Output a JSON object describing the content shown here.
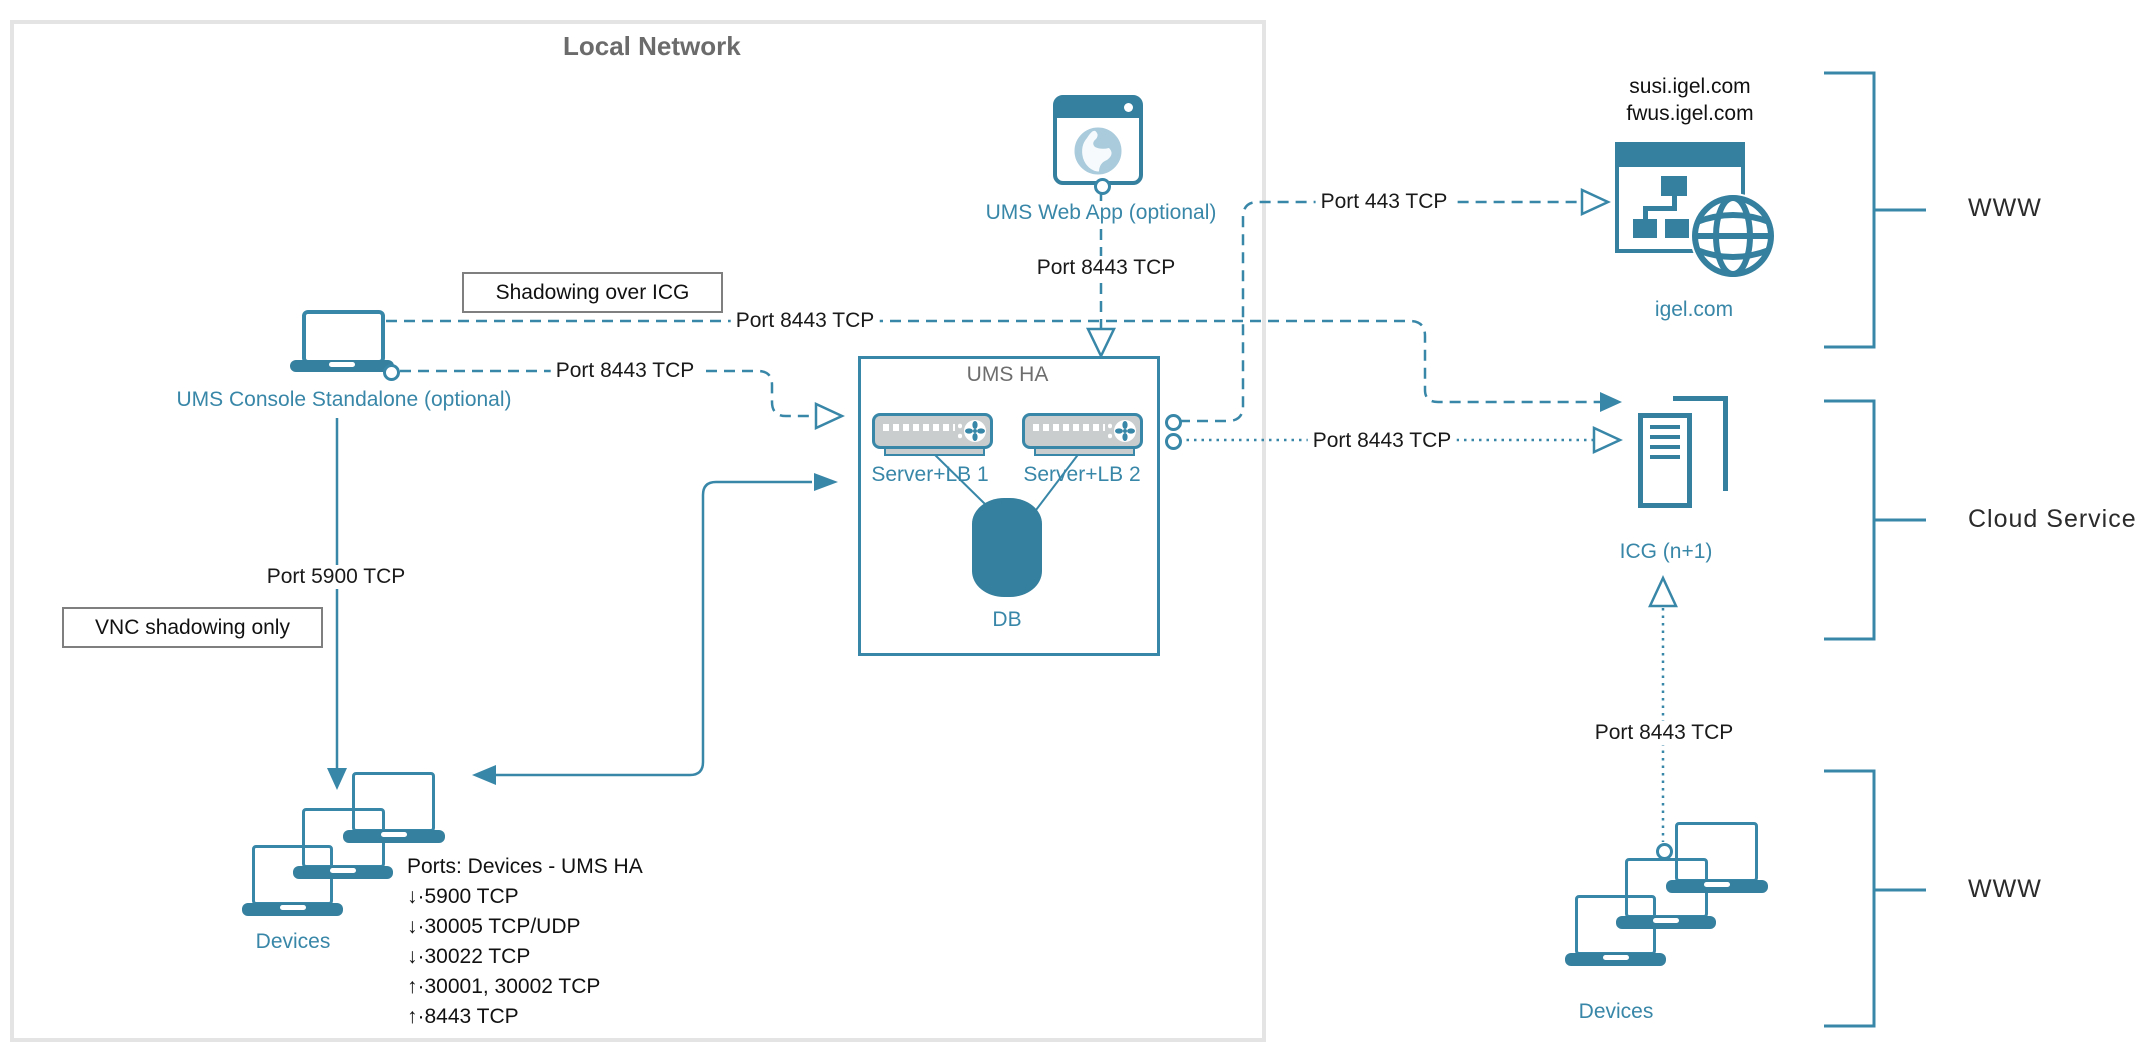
{
  "colors": {
    "teal": "#3987a8",
    "teal_fill": "#35809e",
    "pale_globe": "#a9cbdc",
    "zone_border": "#e4e4e4",
    "title_gray": "#6b6b6b"
  },
  "local_network": {
    "title": "Local Network"
  },
  "console": {
    "label": "UMS Console Standalone (optional)"
  },
  "webapp": {
    "label": "UMS Web App (optional)"
  },
  "ums_ha": {
    "title": "UMS HA",
    "server1_label": "Server+LB 1",
    "server2_label": "Server+LB 2",
    "db_label": "DB"
  },
  "callouts": {
    "shadowing": "Shadowing over ICG",
    "vnc": "VNC shadowing only"
  },
  "connections": {
    "console_to_icg": "Port 8443 TCP",
    "console_to_umsha": "Port 8443 TCP",
    "webapp_to_umsha": "Port 8443 TCP",
    "console_to_devices": "Port 5900 TCP",
    "umsha_to_igel": "Port 443 TCP",
    "umsha_to_icg": "Port 8443 TCP",
    "devices_to_icg": "Port 8443 TCP"
  },
  "devices_left": {
    "label": "Devices"
  },
  "devices_right": {
    "label": "Devices"
  },
  "igel": {
    "domains": [
      "susi.igel.com",
      "fwus.igel.com"
    ],
    "label": "igel.com"
  },
  "icg": {
    "label": "ICG (n+1)"
  },
  "legend": {
    "title": "Ports: Devices - UMS HA",
    "items": [
      "↓·5900 TCP",
      "↓·30005 TCP/UDP",
      "↓·30022 TCP",
      "↑·30001, 30002 TCP",
      "↑·8443 TCP"
    ]
  },
  "zones": {
    "www_top": "WWW",
    "cloud": "Cloud Service",
    "www_bottom": "WWW"
  }
}
